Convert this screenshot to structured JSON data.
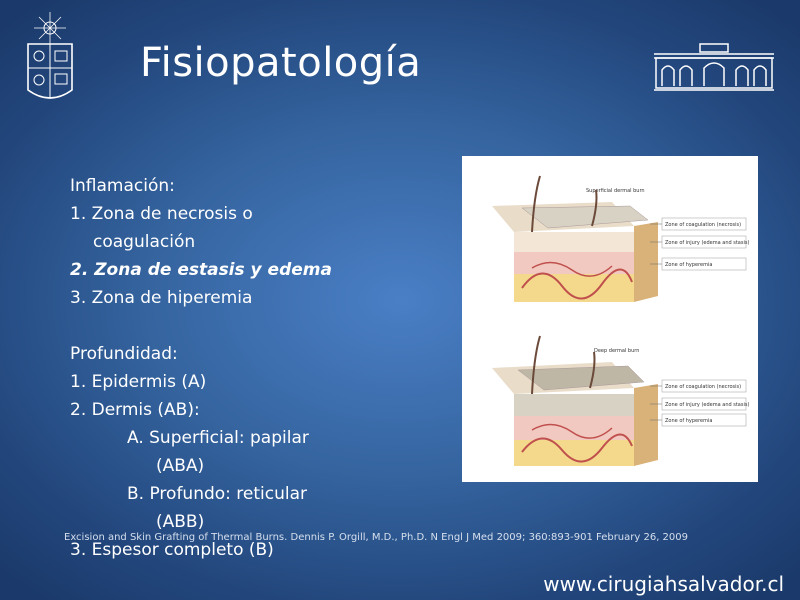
{
  "slide": {
    "title": "Fisiopatología",
    "inflamacion": {
      "heading": "Inflamación:",
      "items": [
        "1. Zona de necrosis o",
        "coagulación",
        "2. Zona de estasis y edema",
        "3. Zona de hiperemia"
      ]
    },
    "profundidad": {
      "heading": "Profundidad:",
      "items": [
        "1. Epidermis (A)",
        "2. Dermis (AB):",
        "A.  Superficial: papilar",
        "(ABA)",
        "B.  Profundo: reticular",
        "(ABB)",
        "3. Espesor completo (B)"
      ]
    },
    "citation": "Excision and Skin Grafting of Thermal Burns. Dennis P. Orgill, M.D., Ph.D. N Engl J Med 2009; 360:893-901 February 26, 2009",
    "website": "www.cirugiahsalvador.cl"
  },
  "figure": {
    "panel1": {
      "title": "Superficial dermal burn",
      "labels": [
        "Zone of coagulation (necrosis)",
        "Zone of injury (edema and stasis)",
        "Zone of hyperemia"
      ]
    },
    "panel2": {
      "title": "Deep dermal burn",
      "labels": [
        "Zone of coagulation (necrosis)",
        "Zone of injury (edema and stasis)",
        "Zone of hyperemia"
      ]
    }
  }
}
